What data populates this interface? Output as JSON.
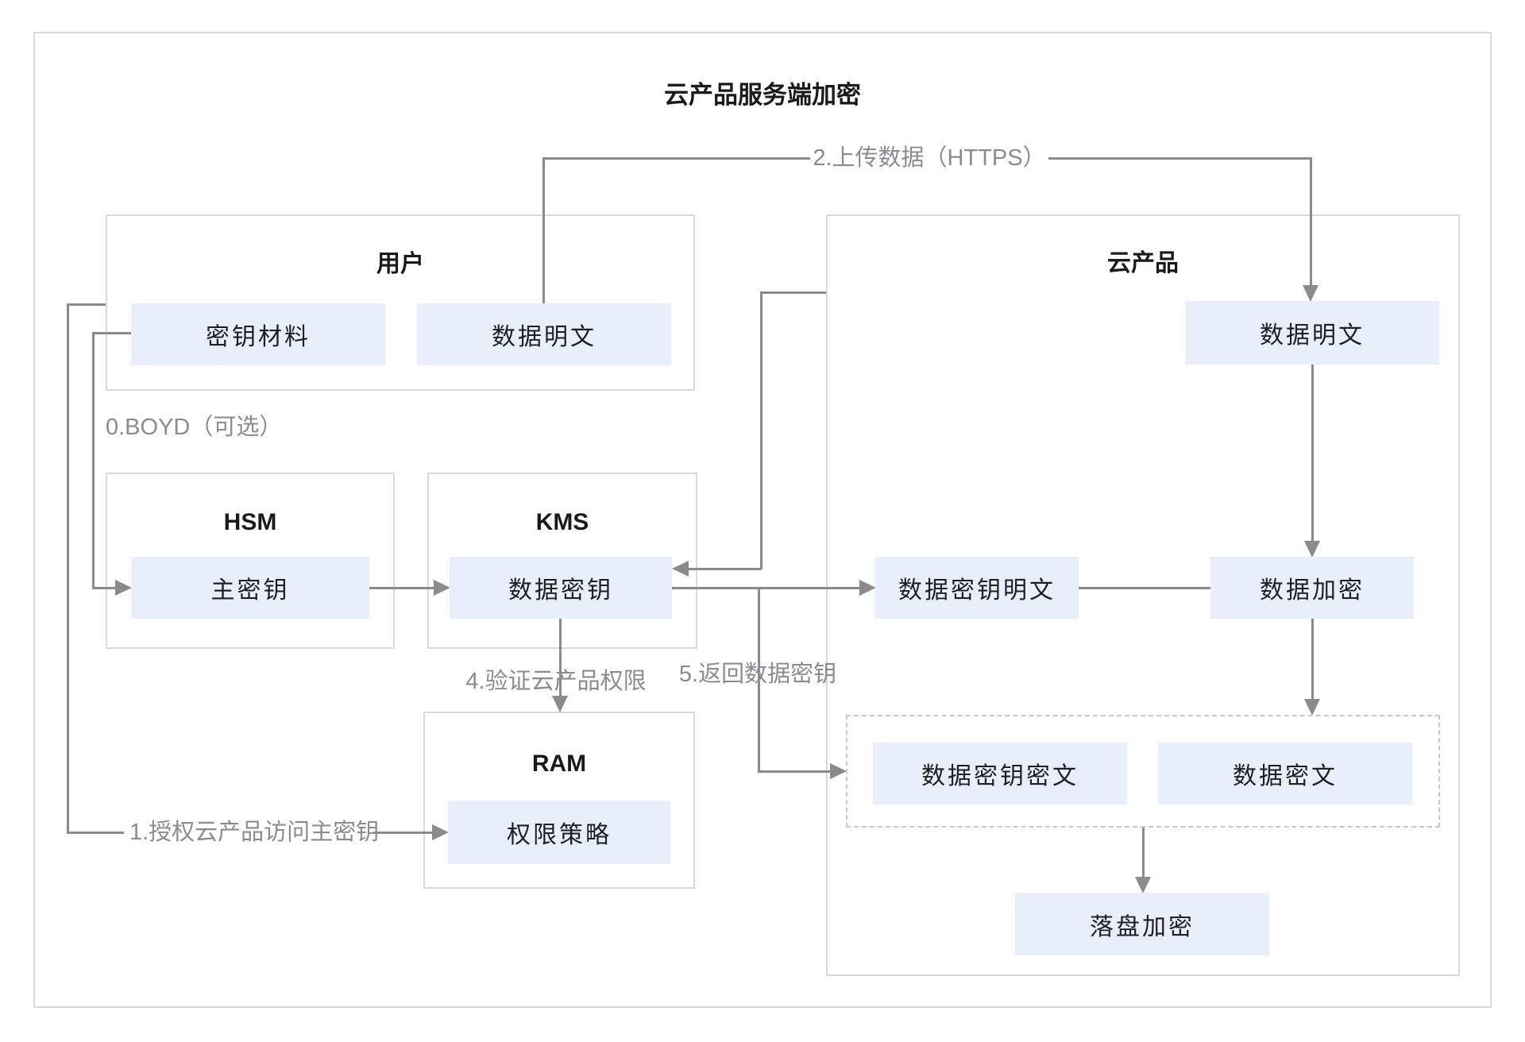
{
  "title": "云产品服务端加密",
  "colors": {
    "border": "#d9d9d9",
    "fill": "#e9eefb",
    "line": "#8b8b8b",
    "label": "#8b8b95",
    "text": "#1f1f23",
    "heading": "#1a1a1e"
  },
  "groups": {
    "user": {
      "label": "用户"
    },
    "cloud": {
      "label": "云产品"
    },
    "hsm": {
      "label": "HSM"
    },
    "kms": {
      "label": "KMS"
    },
    "ram": {
      "label": "RAM"
    }
  },
  "nodes": {
    "key_material": "密钥材料",
    "data_plain_user": "数据明文",
    "data_plain_cloud": "数据明文",
    "master_key": "主密钥",
    "data_key": "数据密钥",
    "policy": "权限策略",
    "data_key_plain": "数据密钥明文",
    "data_encrypt": "数据加密",
    "data_key_cipher": "数据密钥密文",
    "data_cipher": "数据密文",
    "disk_encrypt": "落盘加密"
  },
  "steps": {
    "step0": "0.BOYD（可选）",
    "step1": "1.授权云产品访问主密钥",
    "step2": "2.上传数据（HTTPS）",
    "step4": "4.验证云产品权限",
    "step5": "5.返回数据密钥"
  }
}
